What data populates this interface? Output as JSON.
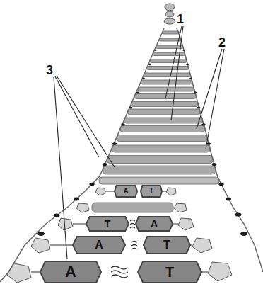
{
  "diagram": {
    "nodes": [
      {
        "text": [
          "A"
        ]
      },
      {
        "text": [
          "T"
        ]
      },
      {
        "text": [
          "T"
        ]
      },
      {
        "text": [
          "A"
        ]
      },
      {
        "text": [
          "A"
        ]
      },
      {
        "text": [
          "T"
        ]
      },
      {
        "text": [
          "A"
        ]
      },
      {
        "text": [
          "T"
        ]
      }
    ],
    "labels": [
      "1",
      "2",
      "3"
    ]
  }
}
